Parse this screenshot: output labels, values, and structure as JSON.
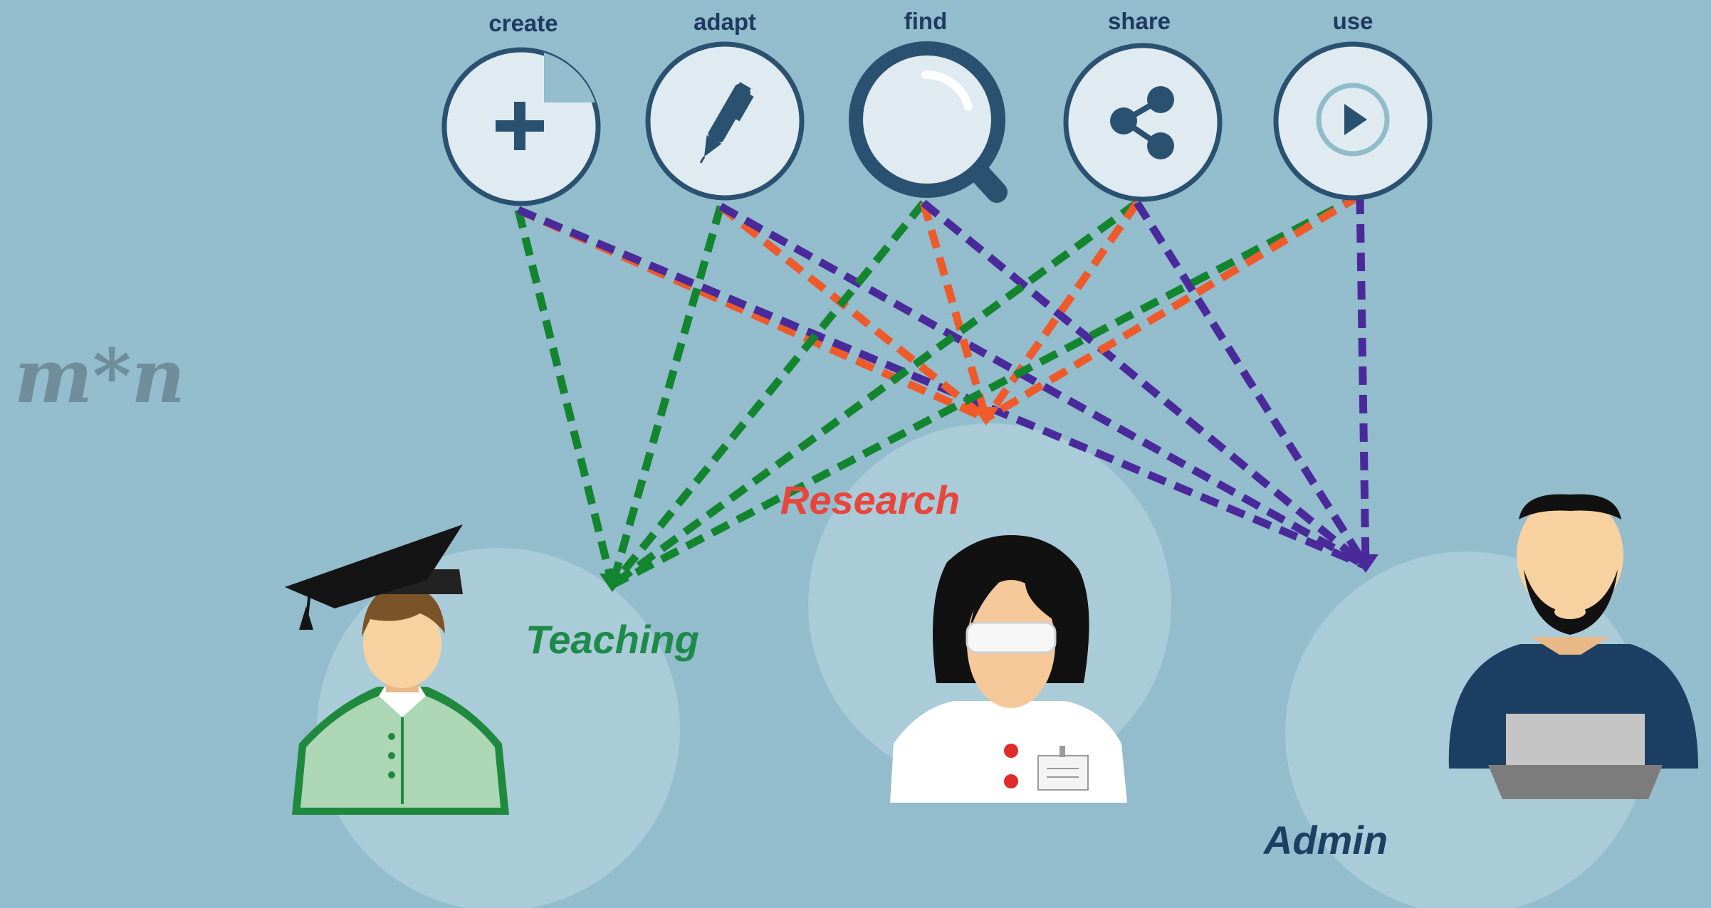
{
  "formula": "m*n",
  "actions": [
    {
      "key": "create",
      "label": "create",
      "icon": "plus-icon"
    },
    {
      "key": "adapt",
      "label": "adapt",
      "icon": "pen-icon"
    },
    {
      "key": "find",
      "label": "find",
      "icon": "magnifier-icon"
    },
    {
      "key": "share",
      "label": "share",
      "icon": "share-icon"
    },
    {
      "key": "use",
      "label": "use",
      "icon": "play-icon"
    }
  ],
  "roles": [
    {
      "key": "teaching",
      "label": "Teaching",
      "icon": "graduate-icon"
    },
    {
      "key": "research",
      "label": "Research",
      "icon": "scientist-icon"
    },
    {
      "key": "admin",
      "label": "Admin",
      "icon": "admin-laptop-icon"
    }
  ],
  "colors": {
    "background": "#93bccd",
    "action_ring": "#2a5270",
    "action_fill": "#dfeaf1",
    "role_circle": "#aacbd8",
    "teaching": "#1e8a4a",
    "research": "#e8453c",
    "admin": "#1c3f63",
    "formula": "#6f8d9a",
    "link_teaching": "#13852f",
    "link_research": "#ef5a2a",
    "link_admin": "#4a2a9a"
  },
  "links": [
    {
      "from": "create",
      "to": "teaching"
    },
    {
      "from": "create",
      "to": "research"
    },
    {
      "from": "create",
      "to": "admin"
    },
    {
      "from": "adapt",
      "to": "teaching"
    },
    {
      "from": "adapt",
      "to": "research"
    },
    {
      "from": "adapt",
      "to": "admin"
    },
    {
      "from": "find",
      "to": "teaching"
    },
    {
      "from": "find",
      "to": "research"
    },
    {
      "from": "find",
      "to": "admin"
    },
    {
      "from": "share",
      "to": "teaching"
    },
    {
      "from": "share",
      "to": "research"
    },
    {
      "from": "share",
      "to": "admin"
    },
    {
      "from": "use",
      "to": "teaching"
    },
    {
      "from": "use",
      "to": "research"
    },
    {
      "from": "use",
      "to": "admin"
    }
  ]
}
